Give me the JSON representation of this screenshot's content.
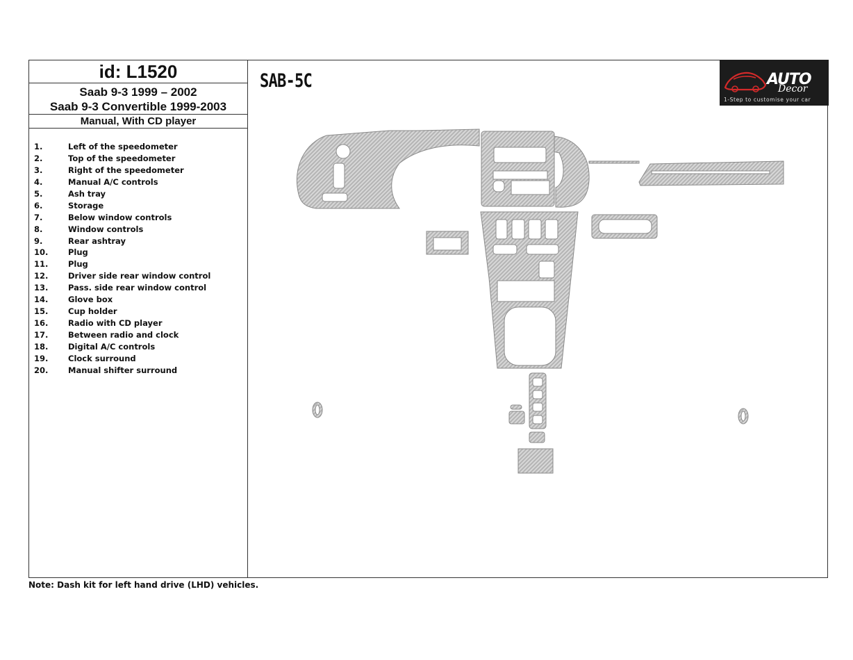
{
  "header": {
    "id_label": "id: L1520",
    "model_line1": "Saab 9-3 1999 – 2002",
    "model_line2": "Saab 9-3 Convertible 1999-2003",
    "variant": "Manual, With CD player"
  },
  "kit_code": "SAB-5C",
  "parts": [
    {
      "num": "1.",
      "label": "Left of the speedometer"
    },
    {
      "num": "2.",
      "label": "Top of the speedometer"
    },
    {
      "num": "3.",
      "label": "Right of the speedometer"
    },
    {
      "num": "4.",
      "label": "Manual A/C controls"
    },
    {
      "num": "5.",
      "label": "Ash tray"
    },
    {
      "num": "6.",
      "label": "Storage"
    },
    {
      "num": "7.",
      "label": "Below window controls"
    },
    {
      "num": "8.",
      "label": "Window controls"
    },
    {
      "num": "9.",
      "label": "Rear ashtray"
    },
    {
      "num": "10.",
      "label": "Plug"
    },
    {
      "num": "11.",
      "label": "Plug"
    },
    {
      "num": "12.",
      "label": "Driver side rear window control"
    },
    {
      "num": "13.",
      "label": "Pass. side rear window control"
    },
    {
      "num": "14.",
      "label": "Glove box"
    },
    {
      "num": "15.",
      "label": "Cup holder"
    },
    {
      "num": "16.",
      "label": "Radio with CD player"
    },
    {
      "num": "17.",
      "label": "Between radio and clock"
    },
    {
      "num": "18.",
      "label": "Digital A/C controls"
    },
    {
      "num": "19.",
      "label": "Clock surround"
    },
    {
      "num": "20.",
      "label": "Manual shifter surround"
    }
  ],
  "note": "Note: Dash kit for left hand drive (LHD)  vehicles.",
  "logo": {
    "brand": "AUTO",
    "brand_script": "Decor",
    "tagline": "1-Step to customise your car",
    "accent_color": "#d42a2a"
  },
  "colors": {
    "border": "#333333",
    "trim_fill": "#c9c9c9",
    "trim_stroke": "#8a8a8a"
  }
}
